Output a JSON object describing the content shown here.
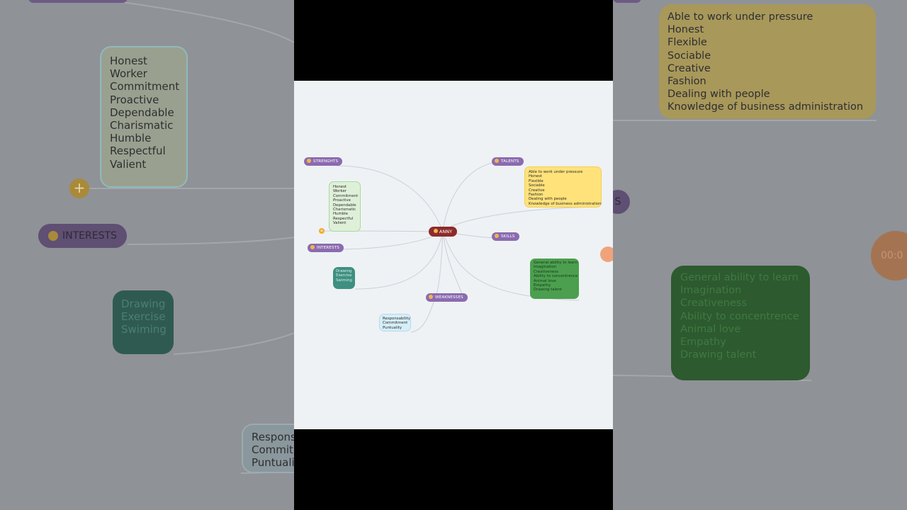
{
  "center_node": {
    "label": "ANNY"
  },
  "branches": {
    "strengths": "STRENGHTS",
    "talents": "TALENTS",
    "interests": "INTERESTS",
    "skills": "SKILLS",
    "weaknesses": "WEAKNESSES"
  },
  "strengths_list": [
    "Honest",
    "Worker",
    "Commitment",
    "Proactive",
    "Dependable",
    "Charismatic",
    "Humble",
    "Respectful",
    "Valient"
  ],
  "talents_list": [
    "Able to work under pressure",
    "Honest",
    "Flexible",
    "Sociable",
    "Creative",
    "Fashion",
    "Dealing with people",
    "Knowledge of business administration"
  ],
  "interests_list": [
    "Drawing",
    "Exercise",
    "Swiming"
  ],
  "skills_list": [
    "General ability to learn",
    "Imagination",
    "Creativeness",
    "Ability to concentrence",
    "Animal love",
    "Empathy",
    "Drawing talent"
  ],
  "weaknesses_list": [
    "Responsability",
    "Commitment",
    "Puntuality"
  ],
  "background": {
    "interests_label": "INTERESTS",
    "timer_text": "00:0",
    "partial_pill": "S"
  },
  "colors": {
    "pill": "#8b6bb0",
    "center": "#8e2b2b",
    "strengths_box": "#dff0d8",
    "talents_box": "#ffe27a",
    "interests_box": "#3f8f80",
    "skills_box": "#4c9f4f",
    "weaknesses_box": "#d6eef8",
    "accent": "#f3a92b"
  },
  "icons": [
    "emoji-face-icon",
    "plus-icon"
  ]
}
